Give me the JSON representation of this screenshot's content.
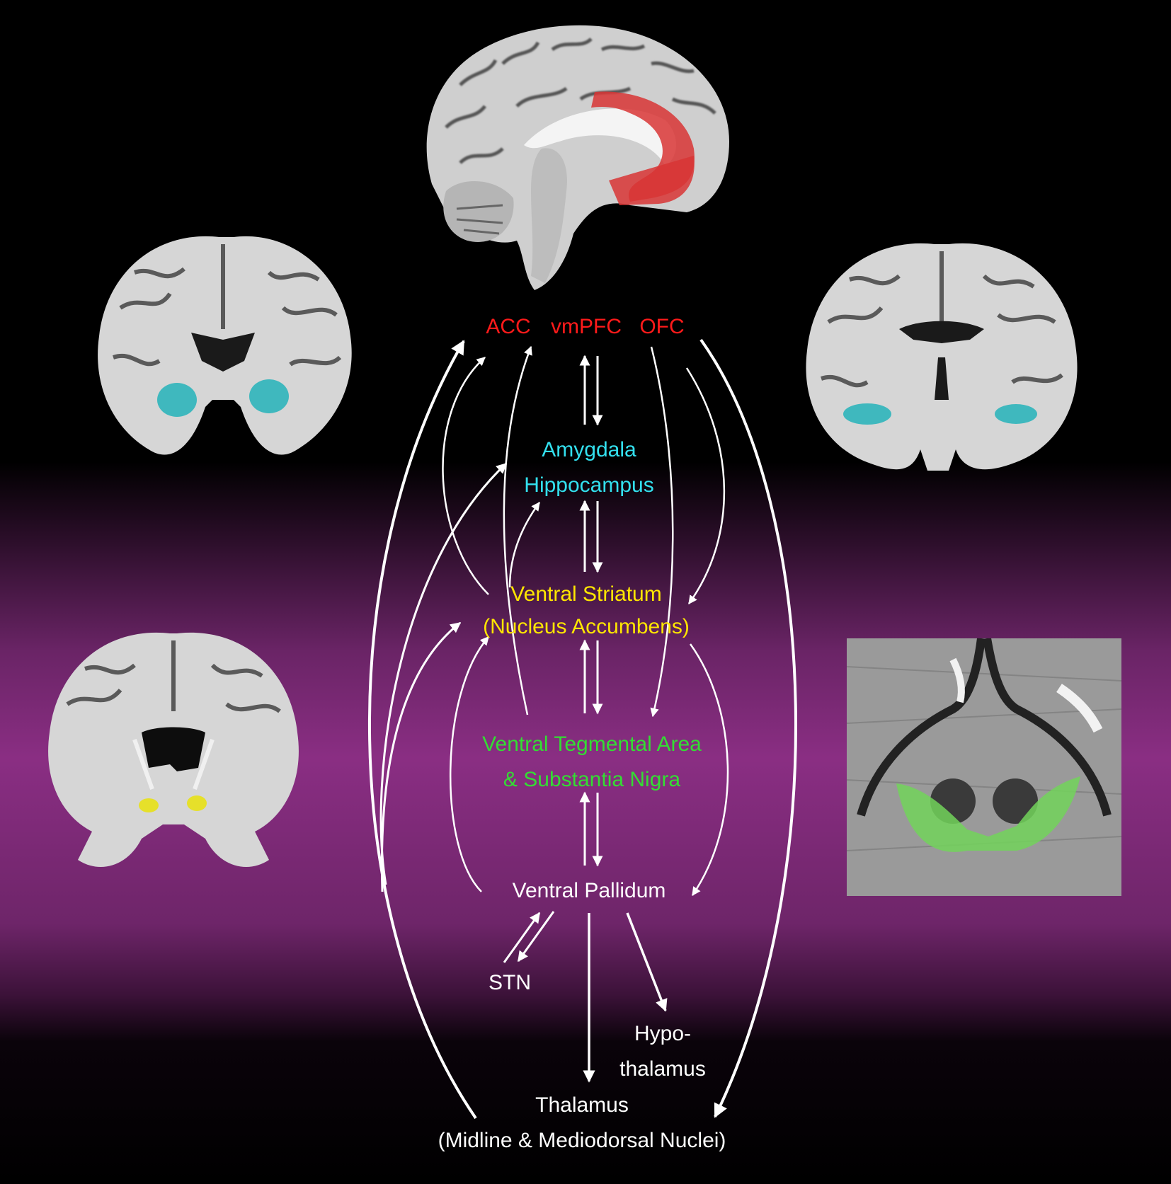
{
  "colors": {
    "prefrontal": "#ff1a1a",
    "limbic": "#33e0ee",
    "striatum": "#ffe600",
    "midbrain": "#33dd33",
    "neutral": "#ffffff",
    "arrow": "#ffffff"
  },
  "nodes": {
    "prefrontal": {
      "acc": "ACC",
      "vmpfc": "vmPFC",
      "ofc": "OFC"
    },
    "amygdala": "Amygdala",
    "hippocampus": "Hippocampus",
    "ventral_striatum": "Ventral Striatum",
    "nucleus_accumbens": "(Nucleus Accumbens)",
    "vta": "Ventral Tegmental Area",
    "substantia_nigra": "& Substantia Nigra",
    "ventral_pallidum": "Ventral Pallidum",
    "stn": "STN",
    "hypothalamus_1": "Hypo-",
    "hypothalamus_2": "thalamus",
    "thalamus": "Thalamus",
    "thalamus_nuclei": "(Midline & Mediodorsal Nuclei)"
  },
  "images": {
    "sagittal": "sagittal brain slice with ACC / vmPFC / OFC highlighted",
    "coronal_left_top": "coronal slice with amygdala highlighted",
    "coronal_right_top": "coronal slice with hippocampus highlighted",
    "coronal_left_bottom": "coronal slice with nucleus accumbens highlighted",
    "midbrain_right": "midbrain slice with VTA and substantia nigra highlighted"
  }
}
